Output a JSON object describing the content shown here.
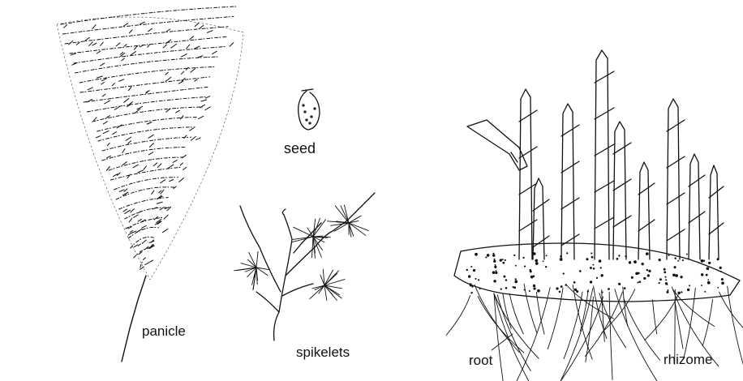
{
  "labels": {
    "seed": "seed",
    "panicle": "panicle",
    "spikelets": "spikelets",
    "root": "root",
    "rhizome": "rhizome"
  },
  "colors": {
    "ink": "#111111",
    "background": "#ffffff"
  }
}
